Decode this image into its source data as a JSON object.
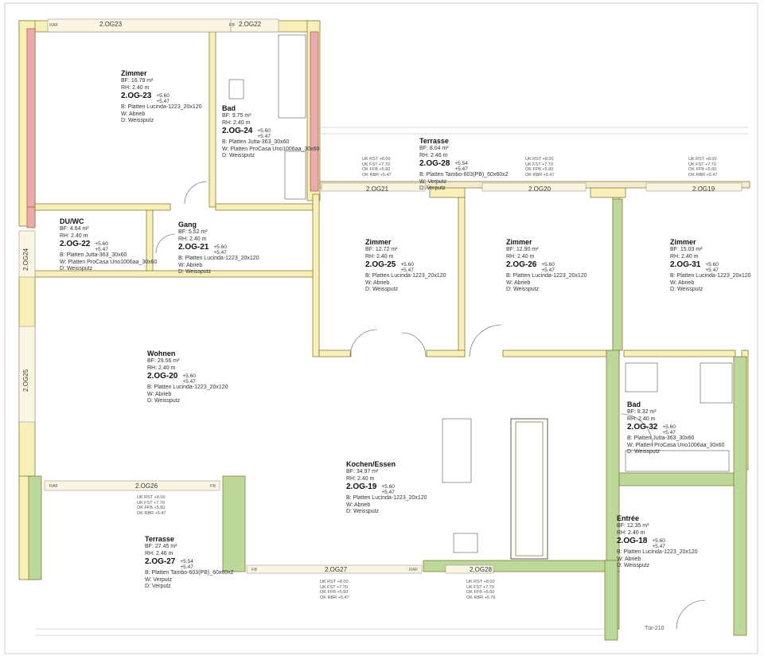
{
  "rooms": [
    {
      "name": "Zimmer",
      "bf": "BF: 16.79 m²",
      "rh": "RH:  2.40 m",
      "id": "2.OG-23",
      "h1": "+5.60",
      "h2": "+5.47",
      "finish": "B: Platten Lucinda-1223_20x120",
      "wall": "W: Abrieb",
      "ceiling": "D: Weissputz"
    },
    {
      "name": "Bad",
      "bf": "BF: 9.75 m²",
      "rh": "RH: 2.40 m",
      "id": "2.OG-24",
      "h1": "+5.60",
      "h2": "+5.47",
      "finish": "B: Platten Jutta-363_30x60",
      "wall": "W: Platten ProCasa Uno1006aa_30x60",
      "ceiling": "D: Weissputz"
    },
    {
      "name": "Terrasse",
      "bf": "BF: 8.04 m²",
      "rh": "RH: 2.46 m",
      "id": "2.OG-28",
      "h1": "+5.54",
      "h2": "+5.47",
      "finish": "B: Platten Tambo-603(PB)_60x60x2",
      "wall": "W: Verputz",
      "ceiling": "D: Verputz"
    },
    {
      "name": "DU/WC",
      "bf": "BF: 4.64 m²",
      "rh": "RH: 2.40 m",
      "id": "2.OG-22",
      "h1": "+5.60",
      "h2": "+5.47",
      "finish": "B: Platten Jutta-363_30x60",
      "wall": "W: Platten ProCasa Uno1006aa_30x60",
      "ceiling": "D: Weissputz"
    },
    {
      "name": "Gang",
      "bf": "BF: 5.52 m²",
      "rh": "RH: 2.40 m",
      "id": "2.OG-21",
      "h1": "+5.60",
      "h2": "+5.47",
      "finish": "B: Platten Lucinda-1223_20x120",
      "wall": "W: Abrieb",
      "ceiling": "D: Weissputz"
    },
    {
      "name": "Zimmer",
      "bf": "BF: 12.72 m²",
      "rh": "RH:  2.40 m",
      "id": "2.OG-25",
      "h1": "+5.60",
      "h2": "+5.47",
      "finish": "B: Platten Lucinda-1223_20x120",
      "wall": "W: Abrieb",
      "ceiling": "D: Weissputz"
    },
    {
      "name": "Zimmer",
      "bf": "BF: 12.90 m²",
      "rh": "RH:  2.40 m",
      "id": "2.OG-26",
      "h1": "+5.60",
      "h2": "+5.47",
      "finish": "B: Platten Lucinda-1223_20x120",
      "wall": "W: Abrieb",
      "ceiling": "D: Weissputz"
    },
    {
      "name": "Zimmer",
      "bf": "BF: 15.03 m²",
      "rh": "RH:  2.40 m",
      "id": "2.OG-31",
      "h1": "+5.60",
      "h2": "+5.47",
      "finish": "B: Platten Lucinda-1223_20x120",
      "wall": "W: Abrieb",
      "ceiling": "D: Weissputz"
    },
    {
      "name": "Wohnen",
      "bf": "BF: 29.56 m²",
      "rh": "RH:  2.40 m",
      "id": "2.OG-20",
      "h1": "+5.60",
      "h2": "+5.47",
      "finish": "B: Platten Lucinda-1223_20x120",
      "wall": "W: Abrieb",
      "ceiling": "D: Weissputz"
    },
    {
      "name": "Bad",
      "bf": "BF: 8.32 m²",
      "rh": "RH: 2.40 m",
      "id": "2.OG-32",
      "h1": "+5.60",
      "h2": "+5.47",
      "finish": "B: Platten Jutta-363_30x60",
      "wall": "W: Platten ProCasa Uno1006aa_30x60",
      "ceiling": "D: Weissputz"
    },
    {
      "name": "Kochen/Essen",
      "bf": "BF: 34.97 m²",
      "rh": "RH:  2.40 m",
      "id": "2.OG-19",
      "h1": "+5.60",
      "h2": "+5.47",
      "finish": "B: Platten Lucinda-1223_20x120",
      "wall": "W: Abrieb",
      "ceiling": "D: Weissputz"
    },
    {
      "name": "Terrasse",
      "bf": "BF: 27.45 m²",
      "rh": "RH: 2.46 m",
      "id": "2.OG-27",
      "h1": "+5.54",
      "h2": "+5.47",
      "finish": "B: Platten Tambo-603(PB)_60x60x2",
      "wall": "W: Verputz",
      "ceiling": "D: Verputz"
    },
    {
      "name": "Entrée",
      "bf": "BF: 12.35 m²",
      "rh": "RH:  2.40 m",
      "id": "2.OG-18",
      "h1": "+5.60",
      "h2": "+5.47",
      "finish": "B: Platten Lucinda-1223_20x120",
      "wall": "W: Abrieb",
      "ceiling": "D: Weissputz"
    }
  ],
  "windows": {
    "w23": "2.OG23",
    "w22": "2.OG22",
    "w21": "2.OG21",
    "w20": "2.OG20",
    "w19": "2.OG19",
    "w24": "2.OG24",
    "w25": "2.OG25",
    "w26": "2.OG26",
    "w27": "2.OG27",
    "w28": "2.OG28",
    "raf": "RAF",
    "fb": "FB"
  },
  "levels": {
    "l1": "UK RST",
    "l2": "UK FST",
    "l3": "OK FFB",
    "l4": "OK RBR",
    "v1": "+8.00",
    "v2": "+7.70",
    "v3": "+5.60",
    "v4": "+5.47",
    "v4b": "+6.76"
  },
  "door": "Tür-210",
  "colors": {
    "wall_fill": "#f7f0b8",
    "wall_stroke": "#8a7a3a",
    "red_wall": "#f0a8b0",
    "green_wall": "#bcd89a",
    "window": "#f3ead0"
  }
}
